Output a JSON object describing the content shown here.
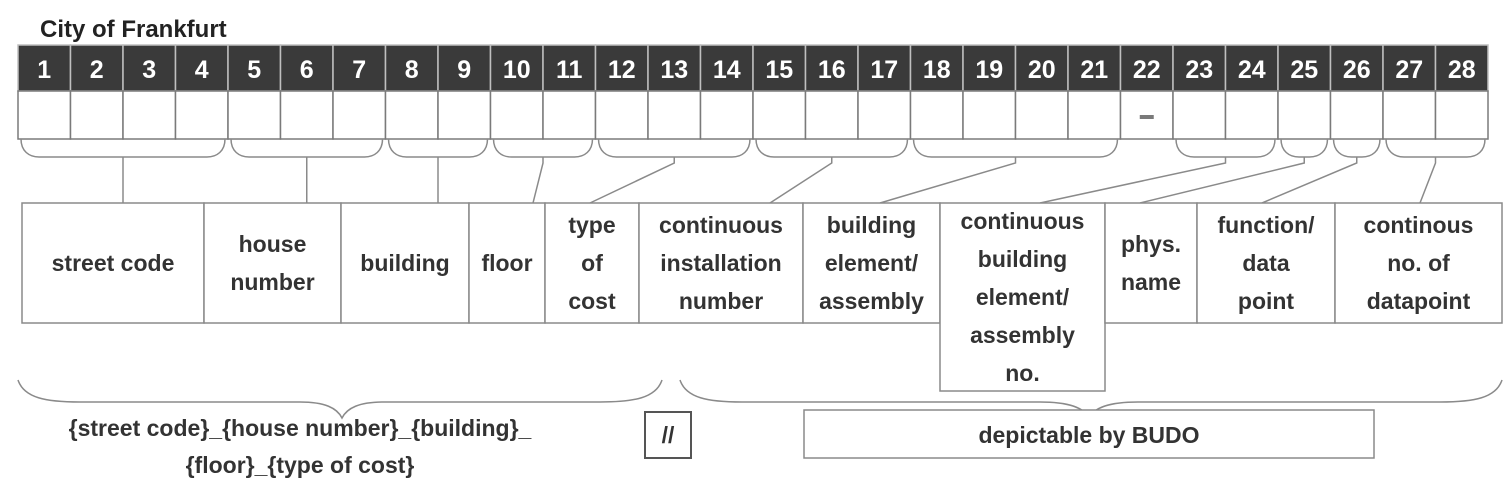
{
  "title": "City of Frankfurt",
  "positions": [
    "1",
    "2",
    "3",
    "4",
    "5",
    "6",
    "7",
    "8",
    "9",
    "10",
    "11",
    "12",
    "13",
    "14",
    "15",
    "16",
    "17",
    "18",
    "19",
    "20",
    "21",
    "22",
    "23",
    "24",
    "25",
    "26",
    "27",
    "28"
  ],
  "separator_mark": "-",
  "fields": [
    {
      "lines": [
        "street code"
      ]
    },
    {
      "lines": [
        "house",
        "number"
      ]
    },
    {
      "lines": [
        "building"
      ]
    },
    {
      "lines": [
        "floor"
      ]
    },
    {
      "lines": [
        "type",
        "of",
        "cost"
      ]
    },
    {
      "lines": [
        "continuous",
        "installation",
        "number"
      ]
    },
    {
      "lines": [
        "building",
        "element/",
        "assembly"
      ]
    },
    {
      "lines": [
        "continuous",
        "building",
        "element/",
        "assembly",
        "no."
      ]
    },
    {
      "lines": [
        "phys.",
        "name"
      ]
    },
    {
      "lines": [
        "function/",
        "data",
        "point"
      ]
    },
    {
      "lines": [
        "continous",
        "no. of",
        "datapoint"
      ]
    }
  ],
  "left_formula": {
    "line1": "{street code}_{house number}_{building}_",
    "line2": "{floor}_{type of cost}"
  },
  "divider_mark": "//",
  "right_label": "depictable by BUDO"
}
